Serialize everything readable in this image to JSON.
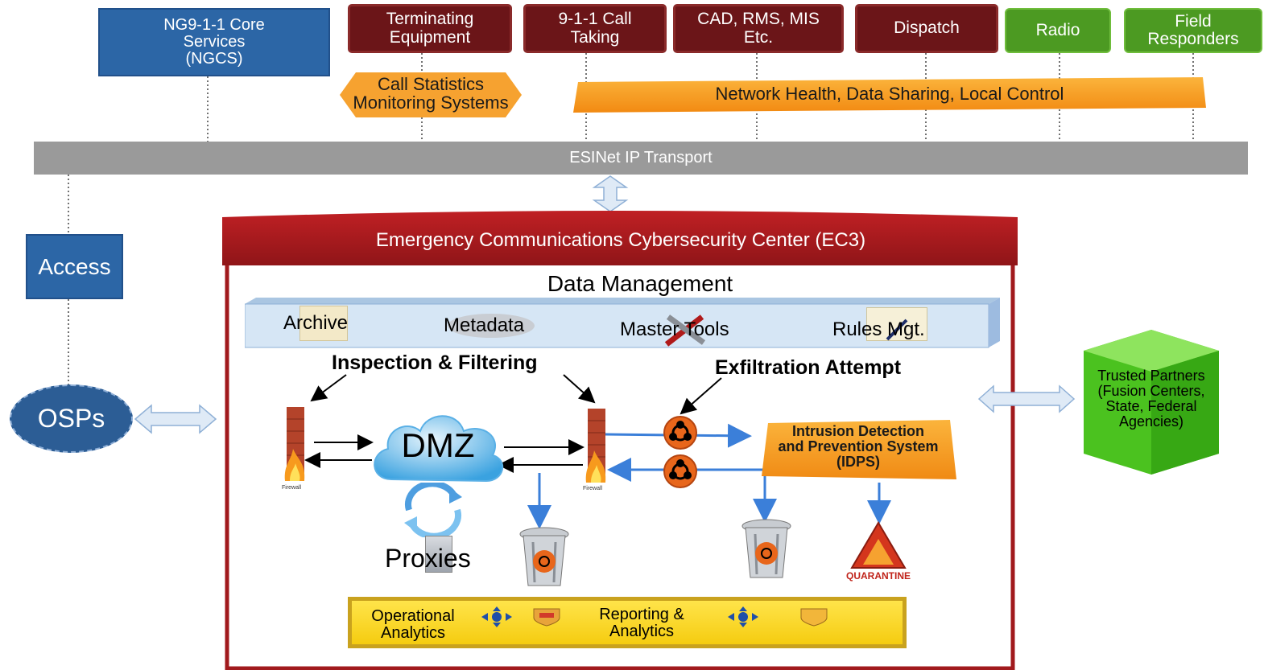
{
  "top_row": {
    "ngcs": "NG9-1-1 Core\nServices\n(NGCS)",
    "terminating": "Terminating\nEquipment",
    "call_taking": "9-1-1 Call\nTaking",
    "cad": "CAD, RMS, MIS\nEtc.",
    "dispatch": "Dispatch",
    "radio": "Radio",
    "field": "Field\nResponders"
  },
  "call_statistics": "Call Statistics\nMonitoring Systems",
  "network_health": "Network Health, Data Sharing, Local Control",
  "esinet": "ESINet IP Transport",
  "access": "Access",
  "osps": "OSPs",
  "ec3": {
    "title": "Emergency Communications Cybersecurity Center (EC3)",
    "data_management": "Data Management",
    "bar_items": {
      "archive": "Archive",
      "metadata": "Metadata",
      "master_tools": "Master Tools",
      "rules": "Rules Mgt."
    },
    "inspection": "Inspection & Filtering",
    "exfiltration": "Exfiltration Attempt",
    "dmz": "DMZ",
    "proxies": "Proxies",
    "firewall_label": "Firewall",
    "idps": "Intrusion Detection\nand Prevention System\n(IDPS)",
    "quarantine": "QUARANTINE",
    "analytics": {
      "operational": "Operational\nAnalytics",
      "reporting": "Reporting &\nAnalytics"
    }
  },
  "trusted_partners": "Trusted Partners\n(Fusion Centers,\nState, Federal\nAgencies)",
  "colors": {
    "maroon": "#6b1518",
    "ec3_red": "#a11a1d",
    "blue": "#2c66a6",
    "green": "#4c9a22",
    "orange": "#f59a1b",
    "gray": "#9a9a9a"
  }
}
